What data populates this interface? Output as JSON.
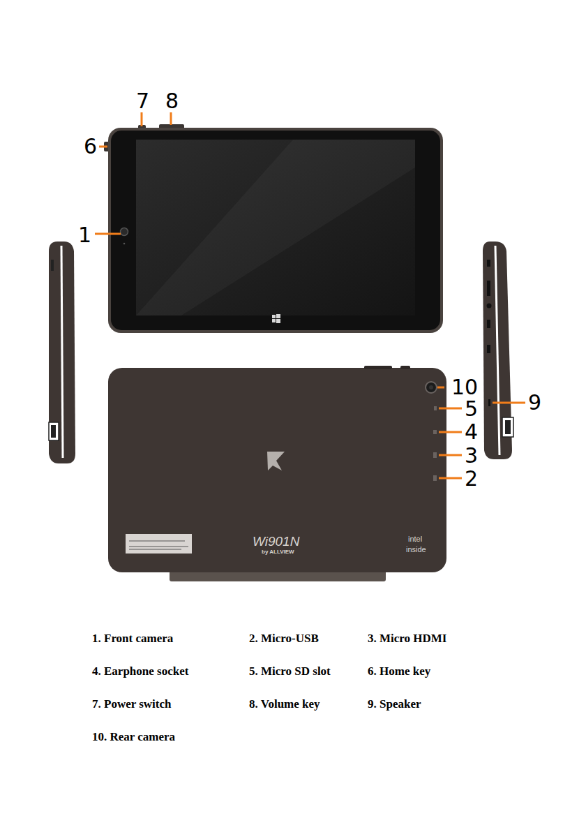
{
  "diagram": {
    "labels": [
      "7",
      "8",
      "6",
      "1",
      "10",
      "5",
      "4",
      "3",
      "2",
      "9",
      "Wi901N",
      "by ALLVIEW",
      "intel",
      "inside",
      "1. Front camera",
      "2. Micro-USB",
      "3. Micro HDMI",
      "4. Earphone socket",
      "5. Micro SD slot",
      "6. Home key",
      "7. Power switch",
      "8. Volume key",
      "9. Speaker",
      "10. Rear camera"
    ]
  }
}
